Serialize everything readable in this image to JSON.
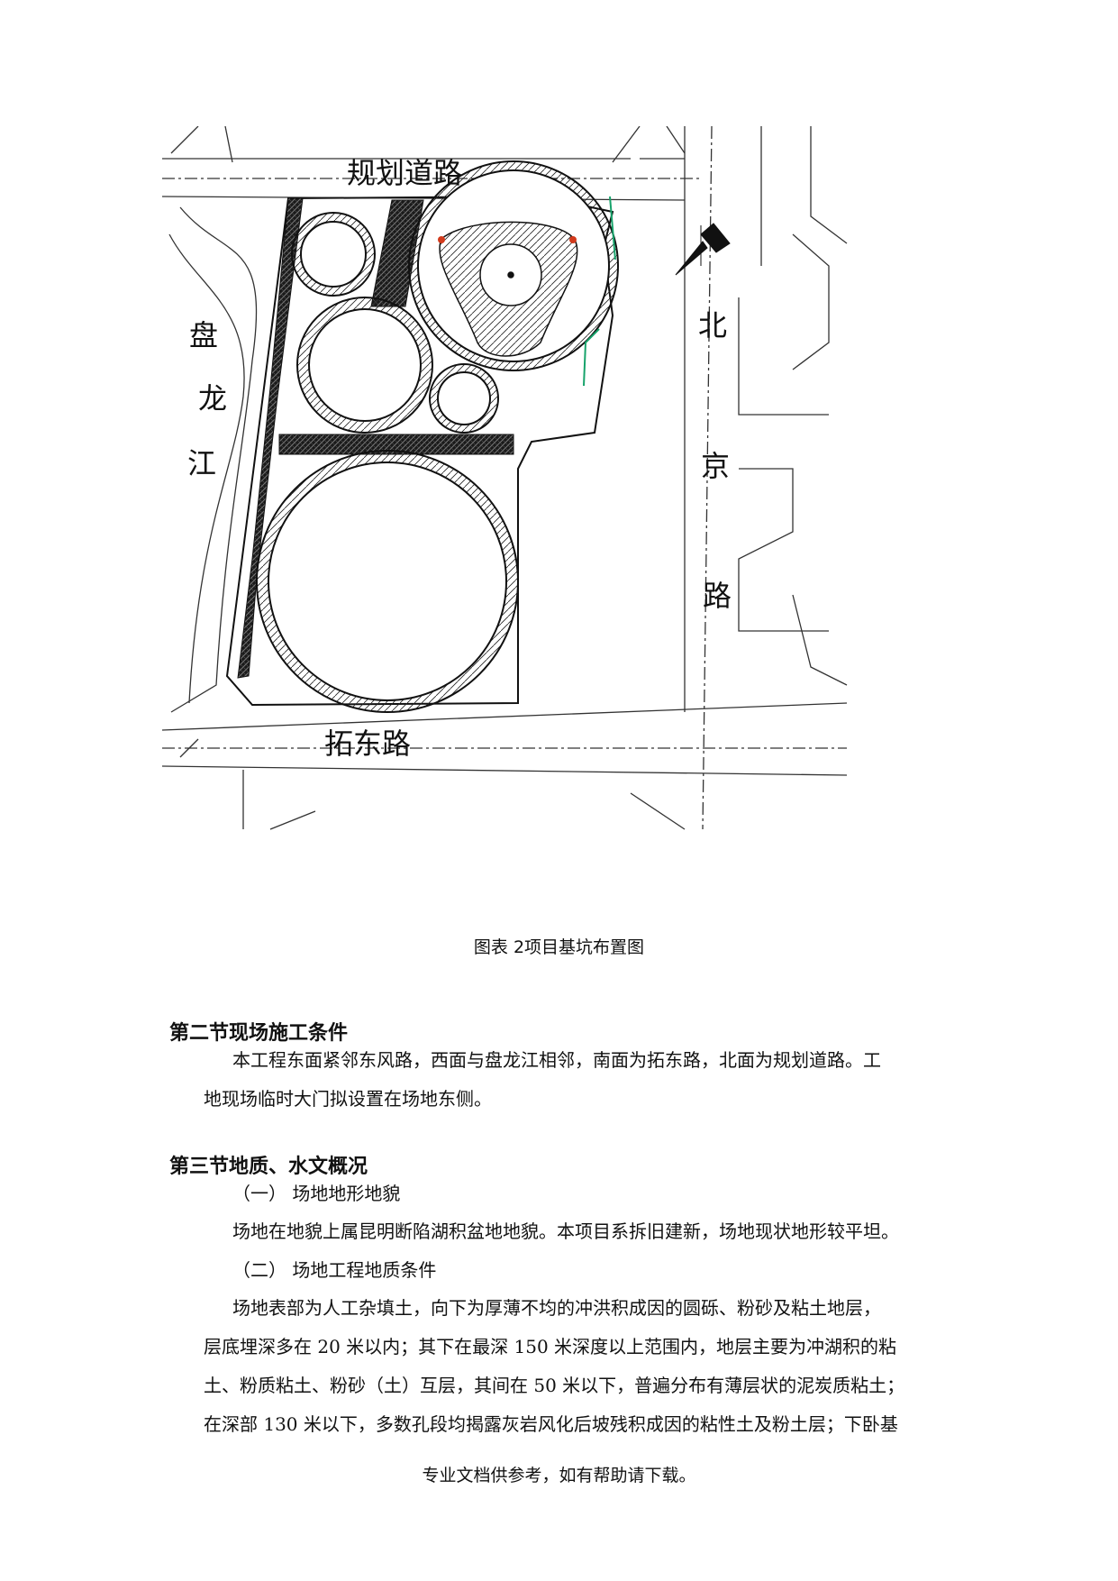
{
  "figure": {
    "roads": {
      "north": "规划道路",
      "south": "拓东路",
      "west_chars": [
        "盘",
        "龙",
        "江"
      ],
      "east_chars": [
        "北",
        "京",
        "路"
      ]
    },
    "caption": "图表 2项目基坑布置图"
  },
  "section2": {
    "heading": "第二节现场施工条件",
    "line1": "本工程东面紧邻东风路，西面与盘龙江相邻，南面为拓东路，北面为规划道路。工",
    "line2": "地现场临时大门拟设置在场地东侧。"
  },
  "section3": {
    "heading": "第三节地质、水文概况",
    "sub1": "（一）  场地地形地貌",
    "para1": "场地在地貌上属昆明断陷湖积盆地地貌。本项目系拆旧建新，场地现状地形较平坦。",
    "sub2": "（二）  场地工程地质条件",
    "para2_lines": [
      "场地表部为人工杂填土，向下为厚薄不均的冲洪积成因的圆砾、粉砂及粘土地层，",
      "层底埋深多在 20 米以内；其下在最深 150 米深度以上范围内，地层主要为冲湖积的粘",
      "土、粉质粘土、粉砂（土）互层，其间在 50 米以下，普遍分布有薄层状的泥炭质粘土；",
      "在深部 130 米以下，多数孔段均揭露灰岩风化后坡残积成因的粘性土及粉土层；下卧基"
    ]
  },
  "footer": "专业文档供参考，如有帮助请下载。"
}
